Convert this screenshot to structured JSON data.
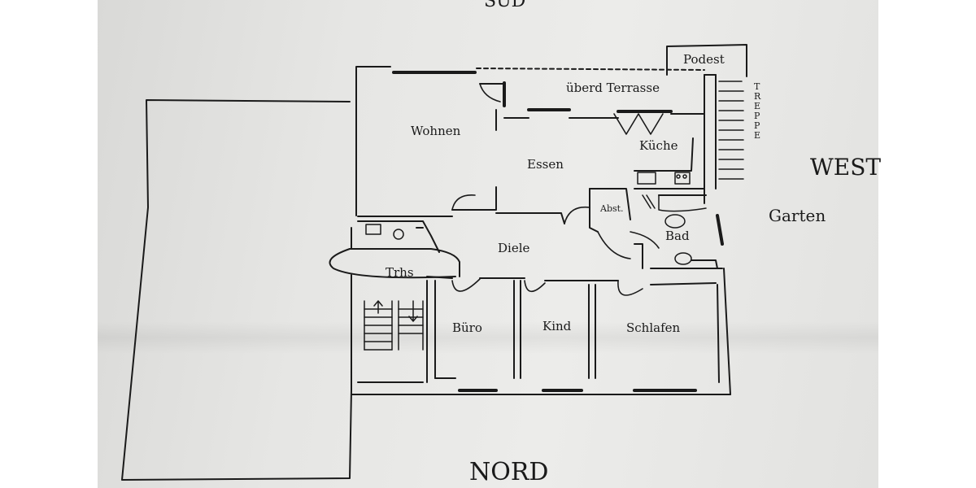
{
  "compass": {
    "south_partial": "SÜD",
    "west": "WEST",
    "north": "NORD"
  },
  "outside": {
    "garden": "Garten"
  },
  "rooms": {
    "podest": "Podest",
    "terrace": "überd Terrasse",
    "stairs": "TREPPE",
    "living": "Wohnen",
    "dining": "Essen",
    "kitchen": "Küche",
    "storage": "Abst.",
    "bath": "Bad",
    "hall": "Diele",
    "stairwell": "Trhs",
    "office": "Büro",
    "child": "Kind",
    "sleeping": "Schlafen"
  },
  "colors": {
    "ink": "#1a1a1a",
    "paper": "#e6e6e4"
  }
}
